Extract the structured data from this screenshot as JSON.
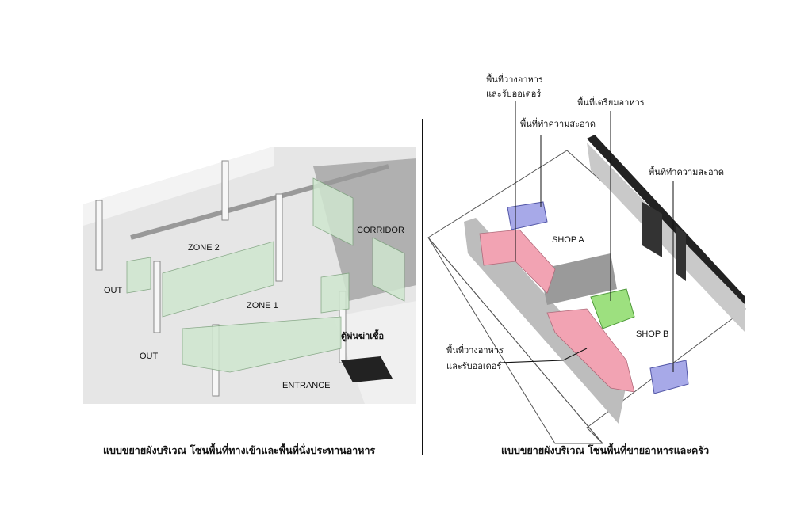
{
  "left_plan": {
    "labels": {
      "zone2": "ZONE 2",
      "zone1": "ZONE 1",
      "corridor": "CORRIDOR",
      "out_top": "OUT",
      "out_bottom": "OUT",
      "entrance": "ENTRANCE",
      "disinfection_booth": "ตู้พ่นฆ่าเชื้อ"
    },
    "caption": "แบบขยายผังบริเวณ โซนพื้นที่ทางเข้าและพื้นที่นั่งประทานอาหาร"
  },
  "right_plan": {
    "labels": {
      "shop_a": "SHOP A",
      "shop_b": "SHOP B",
      "serving_top_1": "พื้นที่วางอาหาร",
      "serving_top_2": "และรับออเดอร์",
      "cleaning_a": "พื้นที่ทำความสะอาด",
      "prep": "พื้นที่เตรียมอาหาร",
      "cleaning_b": "พื้นที่ทำความสะอาด",
      "serving_bottom_1": "พื้นที่วางอาหาร",
      "serving_bottom_2": "และรับออเดอร์"
    },
    "caption": "แบบขยายผังบริเวณ โซนพื้นที่ขายอาหารและครัว"
  },
  "colors": {
    "serving": "#f2a3b3",
    "cleaning": "#a7a9e8",
    "prep": "#9de07f",
    "glass": "#cfe6cf"
  }
}
